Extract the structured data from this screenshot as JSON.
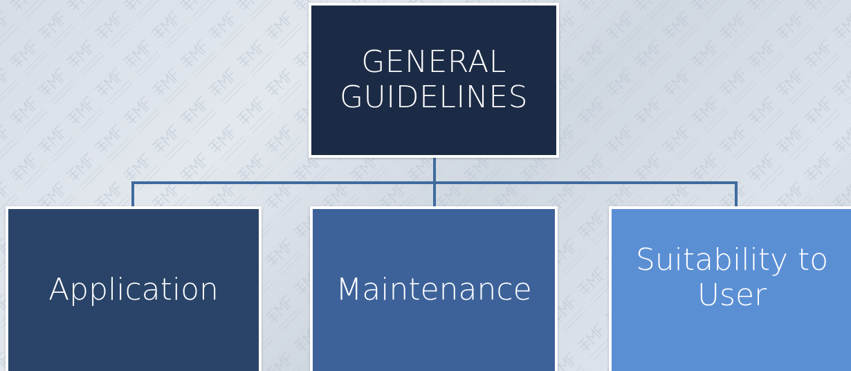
{
  "diagram": {
    "root": {
      "label": "GENERAL\nGUIDELINES",
      "color": "#1c2b45"
    },
    "children": [
      {
        "label": "Application",
        "color": "#2a4469"
      },
      {
        "label": "Maintenance",
        "color": "#3d629a"
      },
      {
        "label": "Suitability to\nUser",
        "color": "#5b8fd4"
      }
    ],
    "connector_color": "#3f6a9e",
    "border_color": "#ffffff"
  }
}
